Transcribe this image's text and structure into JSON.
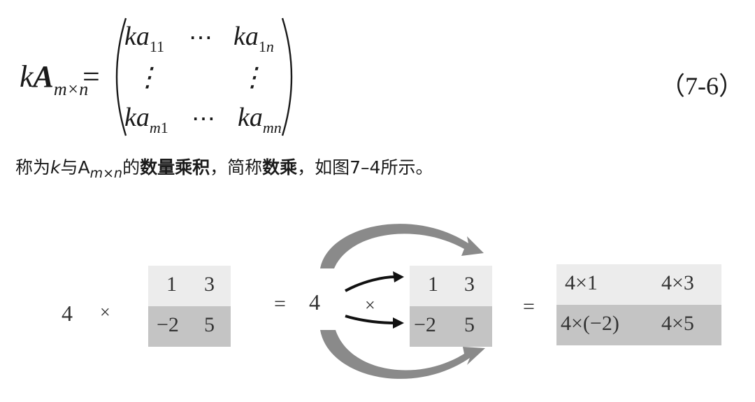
{
  "equation": {
    "lhs_k": "k",
    "lhs_A": "A",
    "lhs_sub": "m×n",
    "equals": "=",
    "matrix": {
      "r1c1_base": "ka",
      "r1c1_sub": "11",
      "r1_dots": "⋯",
      "r1c2_base": "ka",
      "r1c2_sub_digit": "1",
      "r1c2_sub_letter": "n",
      "r2c1_vdots": "⋮",
      "r2c2_vdots": "⋮",
      "r3c1_base": "ka",
      "r3c1_sub_letter": "m",
      "r3c1_sub_digit": "1",
      "r3_dots": "⋯",
      "r3c2_base": "ka",
      "r3c2_sub": "mn"
    },
    "number": "（7-6）"
  },
  "caption": {
    "p1": "称为",
    "k": "k",
    "p2": "与A",
    "sub": "m×n",
    "p3": "的",
    "bold1": "数量乘积",
    "p4": "，简称",
    "bold2": "数乘",
    "p5": "，如图7–4所示。"
  },
  "figure": {
    "scalar": "4",
    "times1": "×",
    "equals1": "=",
    "scalar2": "4",
    "times2": "×",
    "equals2": "=",
    "matrix_a": [
      [
        "1",
        "3"
      ],
      [
        "−2",
        "5"
      ]
    ],
    "matrix_b": [
      [
        "1",
        "3"
      ],
      [
        "−2",
        "5"
      ]
    ],
    "matrix_c": [
      [
        "4×1",
        "4×3"
      ],
      [
        "4×(−2)",
        "4×5"
      ]
    ],
    "colors": {
      "row_light": "#ececec",
      "row_dark": "#c4c4c4",
      "arrow_gray": "#8a8a8a",
      "arrow_black": "#111111"
    }
  }
}
